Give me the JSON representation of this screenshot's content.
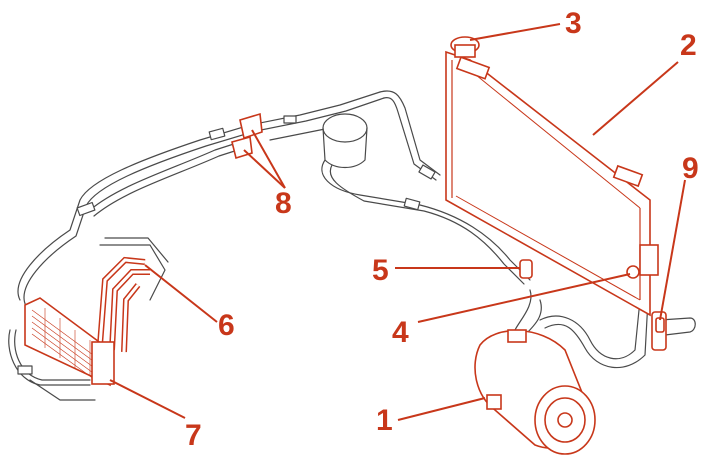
{
  "colors": {
    "accent": "#c8371a",
    "line": "#4a4a4a",
    "background": "#ffffff"
  },
  "callouts": {
    "c1": "1",
    "c2": "2",
    "c3": "3",
    "c4": "4",
    "c5": "5",
    "c6": "6",
    "c7": "7",
    "c8": "8",
    "c9": "9"
  },
  "components": [
    "compressor",
    "condenser",
    "receiver-drier-cap",
    "pressure-sensor",
    "service-valve",
    "evaporator-lines",
    "evaporator",
    "high-low-ports",
    "drier-bracket"
  ]
}
